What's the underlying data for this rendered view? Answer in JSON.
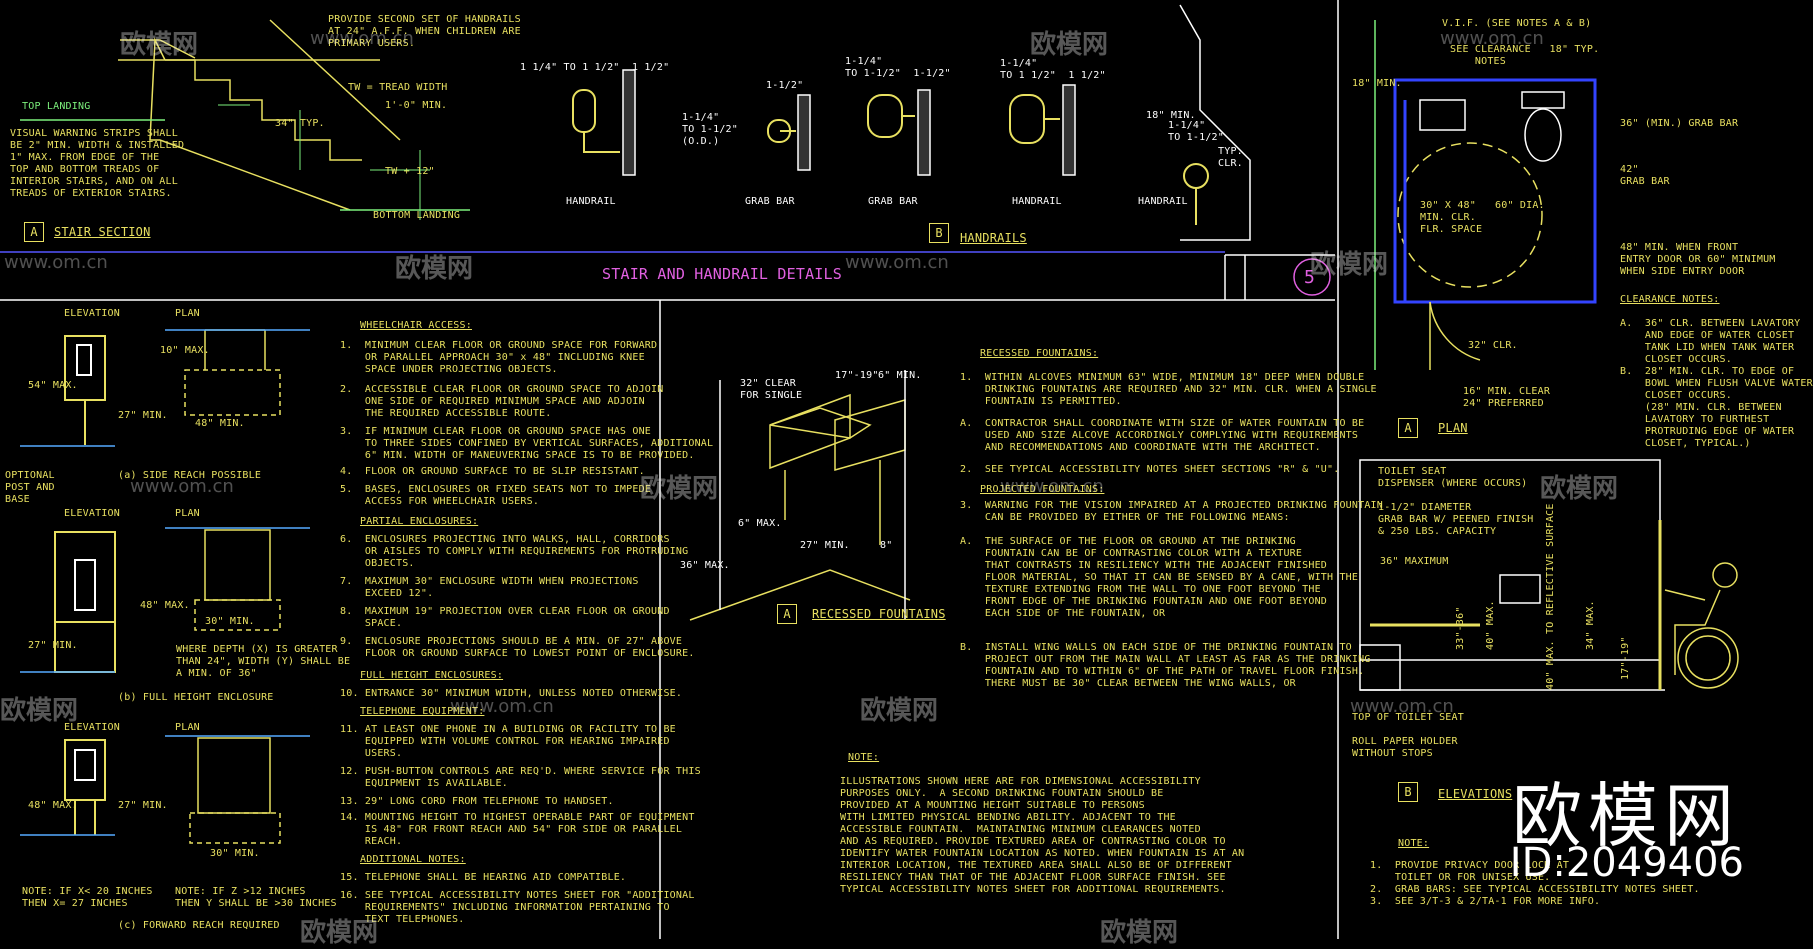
{
  "sheet": {
    "title": "STAIR AND HANDRAIL DETAILS",
    "sheet_number": "5"
  },
  "stair": {
    "handrail_note": "PROVIDE SECOND SET OF HANDRAILS\nAT 24\" A.F.F. WHEN CHILDREN ARE\nPRIMARY USERS.",
    "top_landing": "TOP LANDING",
    "tread_width": "TW = TREAD WIDTH",
    "one_foot_min": "1'-0\" MIN.",
    "typ_34": "34\" TYP.",
    "tw_12": "TW + 12\"",
    "bottom_landing": "BOTTOM LANDING",
    "visual_note": "VISUAL WARNING STRIPS SHALL\nBE 2\" MIN. WIDTH & INSTALLED\n1\" MAX. FROM EDGE OF THE\nTOP AND BOTTOM TREADS OF\nINTERIOR STAIRS, AND ON ALL\nTREADS OF EXTERIOR STAIRS.",
    "section_tag": "A",
    "section_label": "STAIR SECTION"
  },
  "handrails": {
    "dims": [
      "1 1/4\" TO 1 1/2\"  1 1/2\"",
      "1-1/2\"",
      "1-1/4\"\nTO 1-1/2\"  1-1/2\"",
      "1-1/4\"\nTO 1 1/2\"  1 1/2\"",
      "1-1/4\"\nTO 1-1/2\"",
      "1-1/4\"\nTO 1-1/2\"\n(O.D.)"
    ],
    "labels": [
      "HANDRAIL",
      "GRAB BAR",
      "GRAB BAR",
      "HANDRAIL",
      "HANDRAIL"
    ],
    "dim_18": "18\" MIN.",
    "typ_clr": "TYP.\nCLR.",
    "section_tag": "B",
    "section_label": "HANDRAILS"
  },
  "phone": {
    "elevation_labels": [
      "ELEVATION",
      "ELEVATION",
      "ELEVATION"
    ],
    "plan_labels": [
      "PLAN",
      "PLAN",
      "PLAN"
    ],
    "optional_post": "OPTIONAL\nPOST AND\nBASE",
    "side_reach": "(a) SIDE REACH POSSIBLE",
    "full_height": "(b) FULL HEIGHT ENCLOSURE",
    "forward_reach": "(c) FORWARD REACH REQUIRED",
    "depth_note": "WHERE DEPTH (X) IS GREATER\nTHAN 24\", WIDTH (Y) SHALL BE\nA MIN. OF 36\"",
    "note_x": "NOTE: IF X< 20 INCHES\nTHEN X= 27 INCHES",
    "note_y": "NOTE: IF Z >12 INCHES\nTHEN Y SHALL BE >30 INCHES",
    "dims": [
      "54\" MAX.",
      "27\" MIN.",
      "48\" MIN.",
      "10\" MAX.",
      "30\" MIN.",
      "48\" MAX.",
      "27\" MIN.",
      "48\" MAX.",
      "27\" MIN.",
      "30\" MIN."
    ]
  },
  "wheelchair_notes": {
    "heading": "WHEELCHAIR ACCESS:",
    "items": [
      "1.  MINIMUM CLEAR FLOOR OR GROUND SPACE FOR FORWARD\n    OR PARALLEL APPROACH 30\" x 48\" INCLUDING KNEE\n    SPACE UNDER PROJECTING OBJECTS.",
      "2.  ACCESSIBLE CLEAR FLOOR OR GROUND SPACE TO ADJOIN\n    ONE SIDE OF REQUIRED MINIMUM SPACE AND ADJOIN\n    THE REQUIRED ACCESSIBLE ROUTE.",
      "3.  IF MINIMUM CLEAR FLOOR OR GROUND SPACE HAS ONE\n    TO THREE SIDES CONFINED BY VERTICAL SURFACES, ADDITIONAL\n    6\" MIN. WIDTH OF MANEUVERING SPACE IS TO BE PROVIDED.",
      "4.  FLOOR OR GROUND SURFACE TO BE SLIP RESISTANT.",
      "5.  BASES, ENCLOSURES OR FIXED SEATS NOT TO IMPEDE\n    ACCESS FOR WHEELCHAIR USERS."
    ],
    "partial_heading": "PARTIAL ENCLOSURES:",
    "partial_items": [
      "6.  ENCLOSURES PROJECTING INTO WALKS, HALL, CORRIDORS\n    OR AISLES TO COMPLY WITH REQUIREMENTS FOR PROTRUDING\n    OBJECTS.",
      "7.  MAXIMUM 30\" ENCLOSURE WIDTH WHEN PROJECTIONS\n    EXCEED 12\".",
      "8.  MAXIMUM 19\" PROJECTION OVER CLEAR FLOOR OR GROUND\n    SPACE.",
      "9.  ENCLOSURE PROJECTIONS SHOULD BE A MIN. OF 27\" ABOVE\n    FLOOR OR GROUND SURFACE TO LOWEST POINT OF ENCLOSURE."
    ],
    "full_heading": "FULL HEIGHT ENCLOSURES:",
    "full_items": [
      "10. ENTRANCE 30\" MINIMUM WIDTH, UNLESS NOTED OTHERWISE."
    ],
    "tel_heading": "TELEPHONE EQUIPMENT:",
    "tel_items": [
      "11. AT LEAST ONE PHONE IN A BUILDING OR FACILITY TO BE\n    EQUIPPED WITH VOLUME CONTROL FOR HEARING IMPAIRED\n    USERS.",
      "12. PUSH-BUTTON CONTROLS ARE REQ'D. WHERE SERVICE FOR THIS\n    EQUIPMENT IS AVAILABLE.",
      "13. 29\" LONG CORD FROM TELEPHONE TO HANDSET.",
      "14. MOUNTING HEIGHT TO HIGHEST OPERABLE PART OF EQUIPMENT\n    IS 48\" FOR FRONT REACH AND 54\" FOR SIDE OR PARALLEL\n    REACH."
    ],
    "add_heading": "ADDITIONAL NOTES:",
    "add_items": [
      "15. TELEPHONE SHALL BE HEARING AID COMPATIBLE.",
      "16. SEE TYPICAL ACCESSIBILITY NOTES SHEET FOR \"ADDITIONAL\n    REQUIREMENTS\" INCLUDING INFORMATION PERTAINING TO\n    TEXT TELEPHONES."
    ]
  },
  "fountain": {
    "dims": [
      "32\" CLEAR\nFOR SINGLE",
      "17\"-19\"",
      "6\" MIN.",
      "36\" MAX.",
      "27\" MIN.",
      "6\" MAX.",
      "8\""
    ],
    "section_tag": "A",
    "section_label": "RECESSED FOUNTAINS",
    "recessed_heading": "RECESSED FOUNTAINS:",
    "recessed_items": [
      "1.  WITHIN ALCOVES MINIMUM 63\" WIDE, MINIMUM 18\" DEEP WHEN DOUBLE\n    DRINKING FOUNTAINS ARE REQUIRED AND 32\" MIN. CLR. WHEN A SINGLE\n    FOUNTAIN IS PERMITTED.",
      "A.  CONTRACTOR SHALL COORDINATE WITH SIZE OF WATER FOUNTAIN TO BE\n    USED AND SIZE ALCOVE ACCORDINGLY COMPLYING WITH REQUIREMENTS\n    AND RECOMMENDATIONS AND COORDINATE WITH THE ARCHITECT.",
      "2.  SEE TYPICAL ACCESSIBILITY NOTES SHEET SECTIONS \"R\" & \"U\"."
    ],
    "projected_heading": "PROJECTED FOUNTAINS:",
    "projected_items": [
      "3.  WARNING FOR THE VISION IMPAIRED AT A PROJECTED DRINKING FOUNTAIN\n    CAN BE PROVIDED BY EITHER OF THE FOLLOWING MEANS:",
      "A.  THE SURFACE OF THE FLOOR OR GROUND AT THE DRINKING\n    FOUNTAIN CAN BE OF CONTRASTING COLOR WITH A TEXTURE\n    THAT CONTRASTS IN RESILIENCY WITH THE ADJACENT FINISHED\n    FLOOR MATERIAL, SO THAT IT CAN BE SENSED BY A CANE, WITH THE\n    TEXTURE EXTENDING FROM THE WALL TO ONE FOOT BEYOND THE\n    FRONT EDGE OF THE DRINKING FOUNTAIN AND ONE FOOT BEYOND\n    EACH SIDE OF THE FOUNTAIN, OR",
      "B.  INSTALL WING WALLS ON EACH SIDE OF THE DRINKING FOUNTAIN TO\n    PROJECT OUT FROM THE MAIN WALL AT LEAST AS FAR AS THE DRINKING\n    FOUNTAIN AND TO WITHIN 6\" OF THE PATH OF TRAVEL FLOOR FINISH.\n    THERE MUST BE 30\" CLEAR BETWEEN THE WING WALLS, OR"
    ],
    "note_heading": "NOTE:",
    "note_text": "ILLUSTRATIONS SHOWN HERE ARE FOR DIMENSIONAL ACCESSIBILITY\nPURPOSES ONLY.  A SECOND DRINKING FOUNTAIN SHOULD BE\nPROVIDED AT A MOUNTING HEIGHT SUITABLE TO PERSONS\nWITH LIMITED PHYSICAL BENDING ABILITY. ADJACENT TO THE\nACCESSIBLE FOUNTAIN.  MAINTAINING MINIMUM CLEARANCES NOTED\nAND AS REQUIRED. PROVIDE TEXTURED AREA OF CONTRASTING COLOR TO\nIDENTIFY WATER FOUNTAIN LOCATION AS NOTED. WHEN FOUNTAIN IS AT AN\nINTERIOR LOCATION, THE TEXTURED AREA SHALL ALSO BE OF DIFFERENT\nRESILIENCY THAN THAT OF THE ADJACENT FLOOR SURFACE FINISH. SEE\nTYPICAL ACCESSIBILITY NOTES SHEET FOR ADDITIONAL REQUIREMENTS."
  },
  "toilet": {
    "vif": "V.I.F. (SEE NOTES A & B)",
    "see_clearance": "SEE CLEARANCE   18\" TYP.\n    NOTES",
    "min_18": "18\" MIN.",
    "grab_36": "36\" (MIN.) GRAB BAR",
    "grab_42": "42\"\nGRAB BAR",
    "door_note": "48\" MIN. WHEN FRONT\nENTRY DOOR OR 60\" MINIMUM\nWHEN SIDE ENTRY DOOR",
    "clear_floor": "30\" X 48\"\nMIN. CLR.\nFLR. SPACE",
    "dia_60": "60\" DIA.",
    "clr_32": "32\" CLR.",
    "min_16": "16\" MIN. CLEAR\n24\" PREFERRED",
    "clearance_heading": "CLEARANCE NOTES:",
    "clearance_notes": "A.  36\" CLR. BETWEEN LAVATORY\n    AND EDGE OF WATER CLOSET\n    TANK LID WHEN TANK WATER\n    CLOSET OCCURS.\nB.  28\" MIN. CLR. TO EDGE OF\n    BOWL WHEN FLUSH VALVE WATER\n    CLOSET OCCURS.\n    (28\" MIN. CLR. BETWEEN\n    LAVATORY TO FURTHEST\n    PROTRUDING EDGE OF WATER\n    CLOSET, TYPICAL.)",
    "plan_tag": "A",
    "plan_label": "PLAN",
    "seat_note": "TOILET SEAT\nDISPENSER (WHERE OCCURS)",
    "grab_dia": "1-1/2\" DIAMETER\nGRAB BAR W/ PEENED FINISH\n& 250 LBS. CAPACITY",
    "max_36": "36\" MAXIMUM",
    "top_seat": "TOP OF TOILET SEAT",
    "roll_paper": "ROLL PAPER HOLDER\nWITHOUT STOPS",
    "elev_tag": "B",
    "elev_label": "ELEVATIONS",
    "note_heading": "NOTE:",
    "notes": "1.  PROVIDE PRIVACY DOOR LOCK AT\n    TOILET OR FOR UNISEX USE.\n2.  GRAB BARS: SEE TYPICAL ACCESSIBILITY NOTES SHEET.\n3.  SEE 3/T-3 & 2/TA-1 FOR MORE INFO.",
    "dims_vert": [
      "40\" MAX. TO REFLECTIVE SURFACE",
      "34\" MAX.",
      "17\"-19\"",
      "33\"-36\"",
      "40\" MAX."
    ]
  },
  "watermark": {
    "text": "欧模网",
    "url": "www.om.cn",
    "brand": "欧模网",
    "id": "ID:2049406"
  }
}
